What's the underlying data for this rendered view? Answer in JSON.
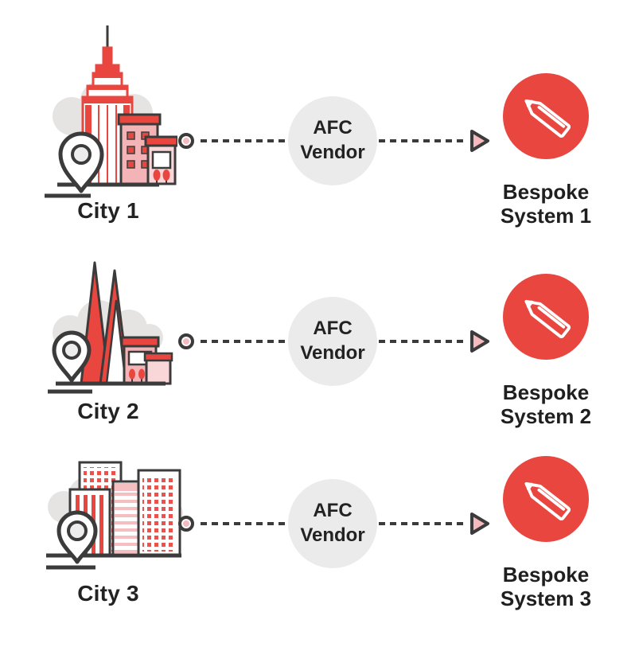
{
  "diagram": {
    "description": "Three cities each connected by a dashed arrow through an AFC Vendor node to a bespoke system node",
    "colors": {
      "accent_red": "#e8463e",
      "pink_fill": "#f6b9be",
      "light_pink": "#f9d6d8",
      "charcoal_outline": "#3b3b3b",
      "cloud_gray": "#e6e4e3",
      "vendor_circle_gray": "#ebebeb",
      "text": "#1f1f1f",
      "background": "#ffffff"
    },
    "rows": [
      {
        "city_label": "City 1",
        "vendor_label": "AFC Vendor",
        "system_label": "Bespoke System 1"
      },
      {
        "city_label": "City 2",
        "vendor_label": "AFC Vendor",
        "system_label": "Bespoke System 2"
      },
      {
        "city_label": "City 3",
        "vendor_label": "AFC Vendor",
        "system_label": "Bespoke System 3"
      }
    ],
    "icons": {
      "city1": "skyscraper-city-with-location-pin-icon",
      "city2": "cathedral-city-with-location-pin-icon",
      "city3": "skyline-city-with-location-pin-icon",
      "connector_start": "dot-ring-icon",
      "connector_end": "triangle-arrowhead-icon",
      "system": "pencil-icon"
    }
  }
}
